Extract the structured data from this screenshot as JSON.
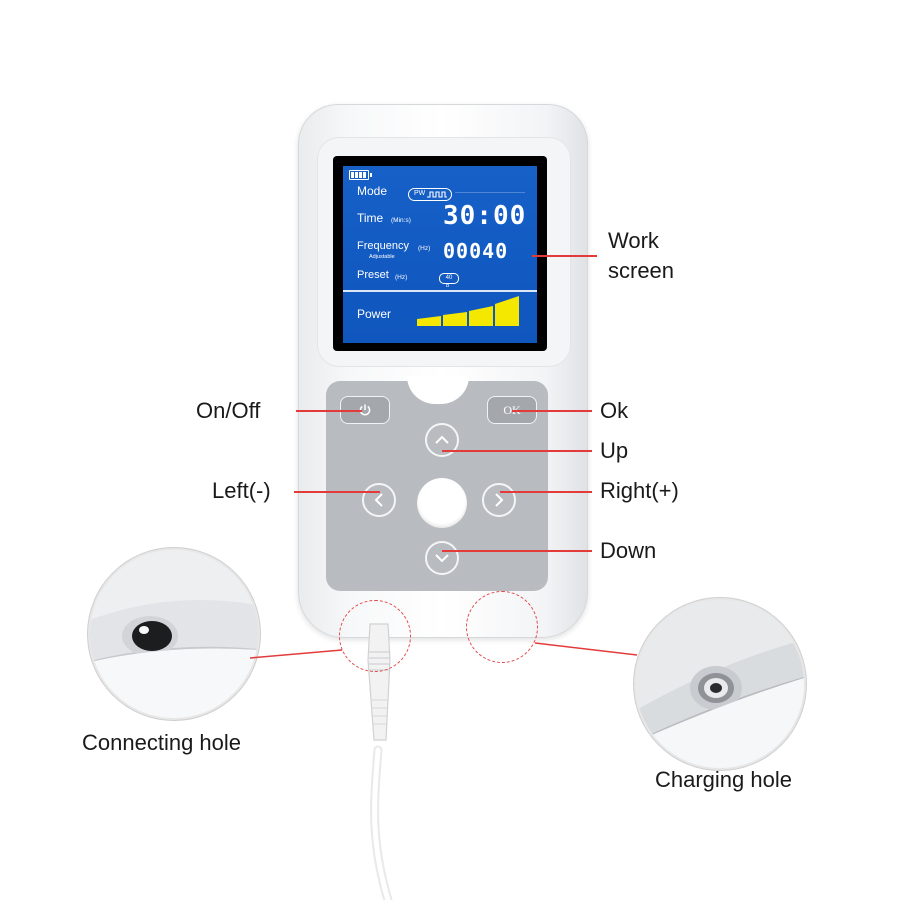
{
  "screen": {
    "mode_label": "Mode",
    "mode_pill": "PW",
    "time_label": "Time",
    "time_unit": "(Min:s)",
    "time_value": "30:00",
    "frequency_label": "Frequency",
    "frequency_unit": "(Hz)",
    "frequency_sub": "Adjustable",
    "frequency_value": "00040",
    "preset_label": "Preset",
    "preset_unit": "(Hz)",
    "preset_value": "40",
    "preset_sub": "B",
    "power_label": "Power",
    "power_level": "4 of 5 bars",
    "power_color": "#f5e800"
  },
  "keys": {
    "ok_label": "OK"
  },
  "callouts": {
    "work_screen_line1": "Work",
    "work_screen_line2": "screen",
    "on_off": "On/Off",
    "ok": "Ok",
    "up": "Up",
    "left": "Left(-)",
    "right": "Right(+)",
    "down": "Down",
    "connecting_hole": "Connecting hole",
    "charging_hole": "Charging hole"
  },
  "colors": {
    "accent_line": "#e33a3a",
    "screen_blue": "#1660c8"
  }
}
